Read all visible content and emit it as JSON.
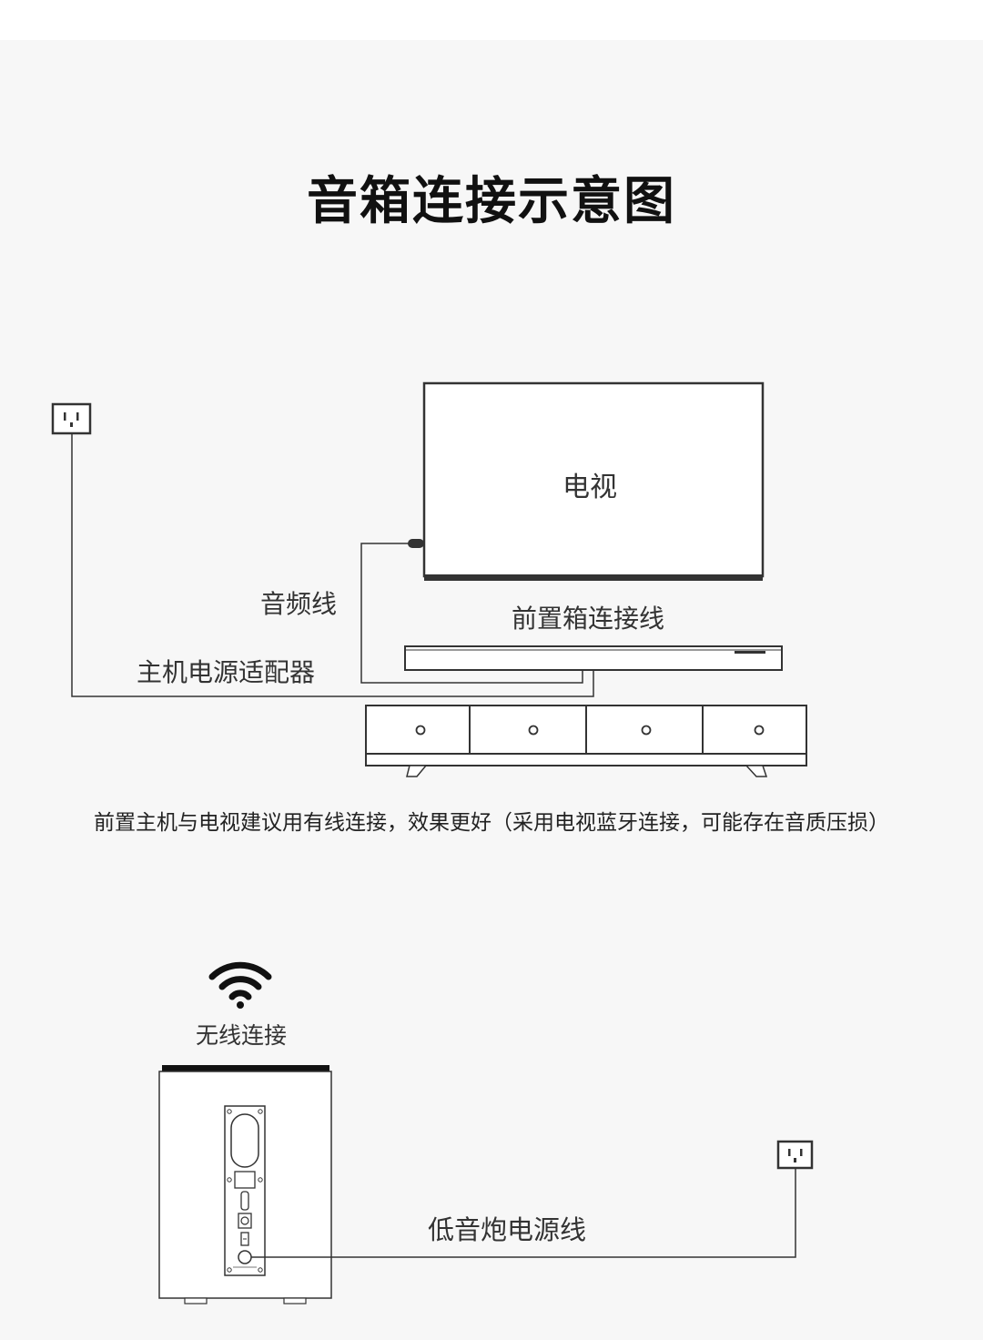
{
  "title": "音箱连接示意图",
  "labels": {
    "tv": "电视",
    "audio_cable": "音频线",
    "front_speaker_cable": "前置箱连接线",
    "host_power_adapter": "主机电源适配器",
    "wireless": "无线连接",
    "subwoofer_power_cable": "低音炮电源线"
  },
  "note": "前置主机与电视建议用有线连接，效果更好（采用电视蓝牙连接，可能存在音质压损）",
  "icons": [
    "power-outlet-icon",
    "wifi-icon"
  ],
  "colors": {
    "line": "#333333",
    "background": "#f7f7f7",
    "text": "#333333"
  }
}
